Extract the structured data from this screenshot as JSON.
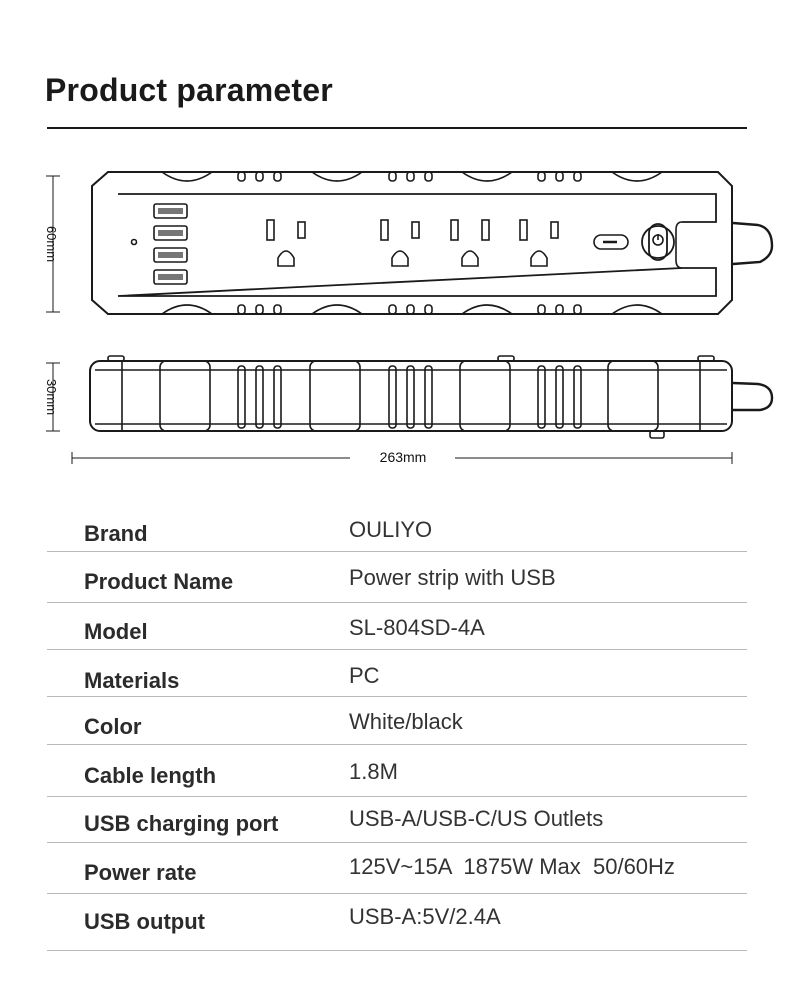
{
  "title": "Product parameter",
  "dimensions": {
    "height": "60mm",
    "depth": "30mm",
    "length": "263mm"
  },
  "specs": [
    {
      "label": "Brand",
      "value": "OULIYO"
    },
    {
      "label": "Product Name",
      "value": "Power strip with USB"
    },
    {
      "label": "Model",
      "value": "SL-804SD-4A"
    },
    {
      "label": "Materials",
      "value": "PC"
    },
    {
      "label": "Color",
      "value": "White/black"
    },
    {
      "label": "Cable length",
      "value": "1.8M"
    },
    {
      "label": "USB charging port",
      "value": "USB-A/USB-C/US Outlets"
    },
    {
      "label": "Power rate",
      "value": "125V~15A  1875W Max  50/60Hz"
    },
    {
      "label": "USB output",
      "value": "USB-A:5V/2.4A"
    }
  ],
  "colors": {
    "text": "#1a1a1a",
    "divider": "#b9b9b9",
    "line_art": "#1a1a1a"
  },
  "icons": [
    "usb-port-icon",
    "us-outlet-icon",
    "power-switch-icon",
    "indicator-light-icon"
  ]
}
